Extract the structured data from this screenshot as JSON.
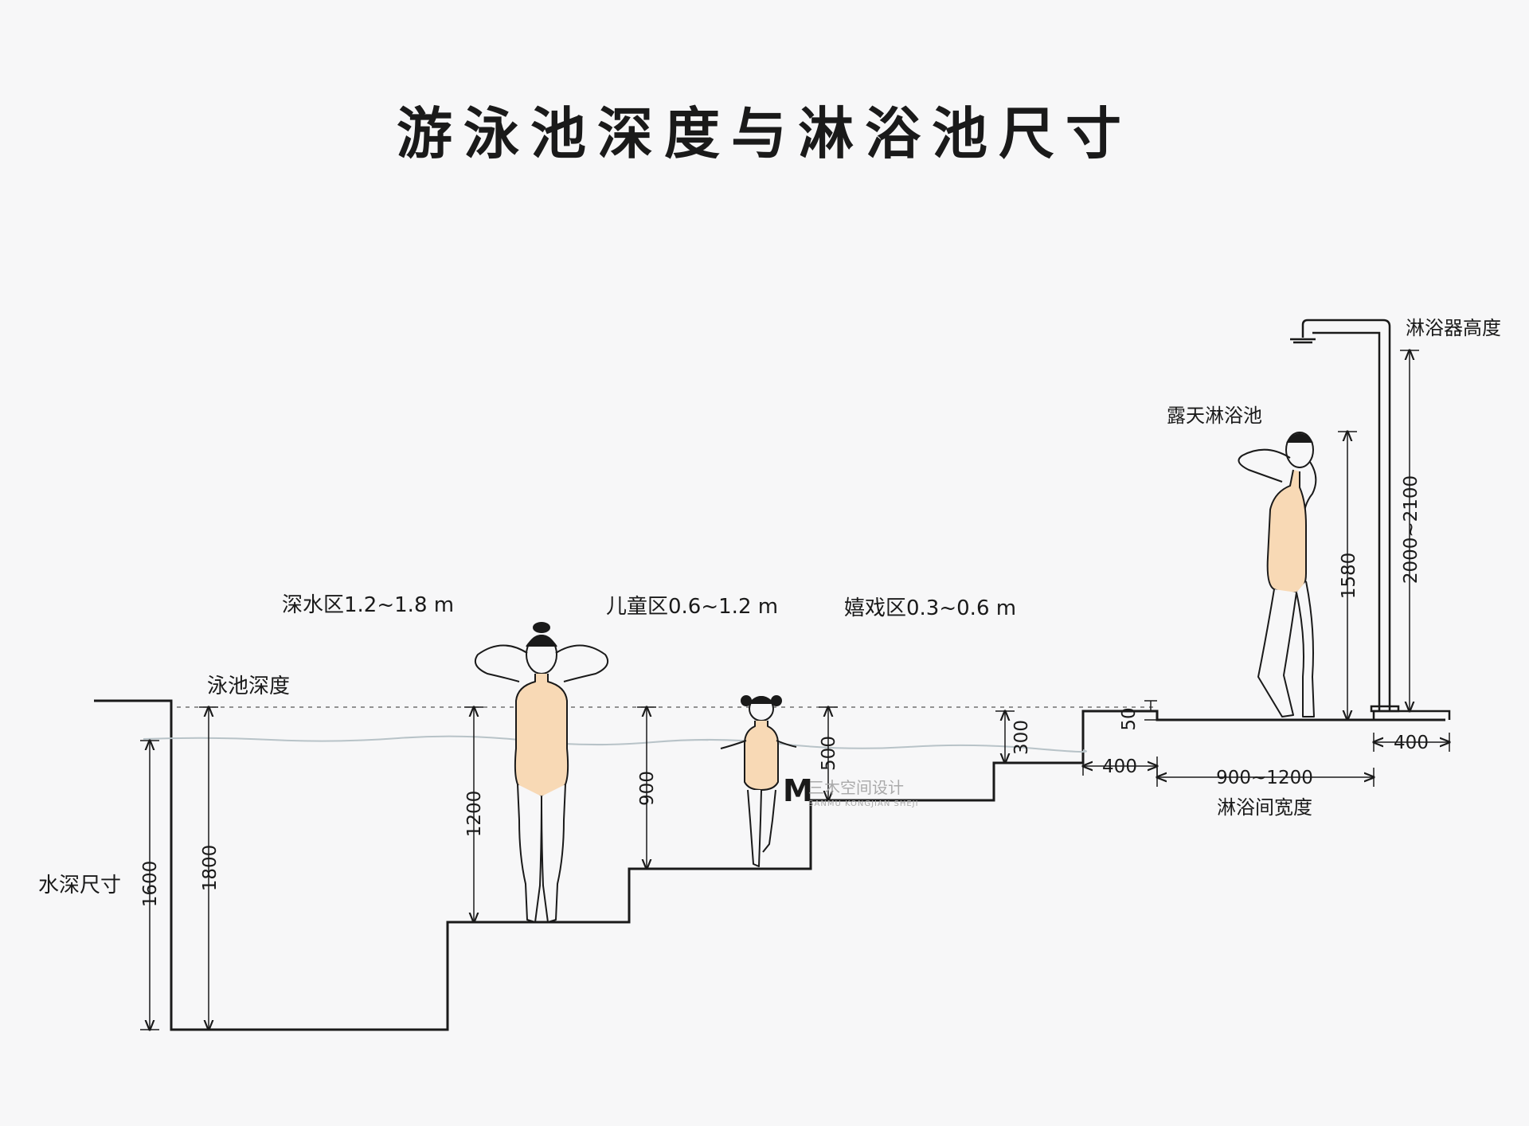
{
  "title": "游泳池深度与淋浴池尺寸",
  "zones": {
    "deep": "深水区1.2~1.8 m",
    "children": "儿童区0.6~1.2 m",
    "play": "嬉戏区0.3~0.6 m"
  },
  "labels": {
    "pool_depth": "泳池深度",
    "water_depth": "水深尺寸",
    "outdoor_shower": "露天淋浴池",
    "shower_height": "淋浴器高度",
    "shower_width": "淋浴间宽度"
  },
  "dimensions": {
    "d1600": "1600",
    "d1800": "1800",
    "d1200": "1200",
    "d900": "900",
    "d500": "500",
    "d300": "300",
    "d50": "50",
    "d400a": "400",
    "d900_1200": "900~1200",
    "d400b": "400",
    "d1580": "1580",
    "d2000_2100": "2000~2100"
  },
  "watermark": {
    "logo": "M",
    "name": "三木空间设计",
    "sub": "SANMU KONGJIAN SHEJI"
  },
  "colors": {
    "line": "#1a1a1a",
    "swimsuit": "#f8d9b5",
    "water": "#c9d2d6",
    "logo": "#e9a6b3"
  }
}
